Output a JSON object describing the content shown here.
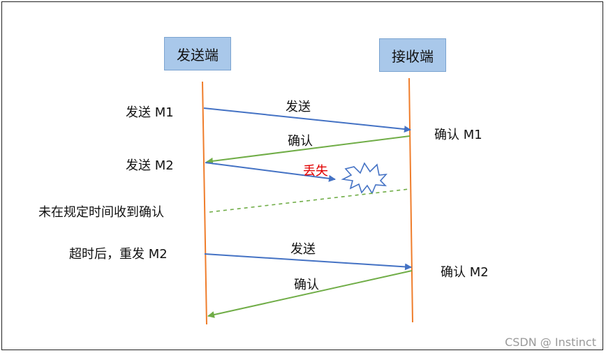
{
  "actors": {
    "sender": "发送端",
    "receiver": "接收端"
  },
  "labels": {
    "send_m1": "发送 M1",
    "ack_m1": "确认 M1",
    "send_m2": "发送 M2",
    "timeout_text": "未在规定时间收到确认",
    "timeout_resend": "超时后，重发 M2",
    "ack_m2": "确认 M2"
  },
  "messages": {
    "m1_send": "发送",
    "m1_ack": "确认",
    "m2_lost": "丢失",
    "m2_resend": "发送",
    "m2_ack": "确认"
  },
  "watermark": "CSDN @ Instinct",
  "colors": {
    "actor_box": "#a9c8ea",
    "lifeline": "#ef7d2b",
    "send_arrow": "#4472c4",
    "ack_arrow": "#70ad47",
    "lost_text": "#e10000"
  }
}
